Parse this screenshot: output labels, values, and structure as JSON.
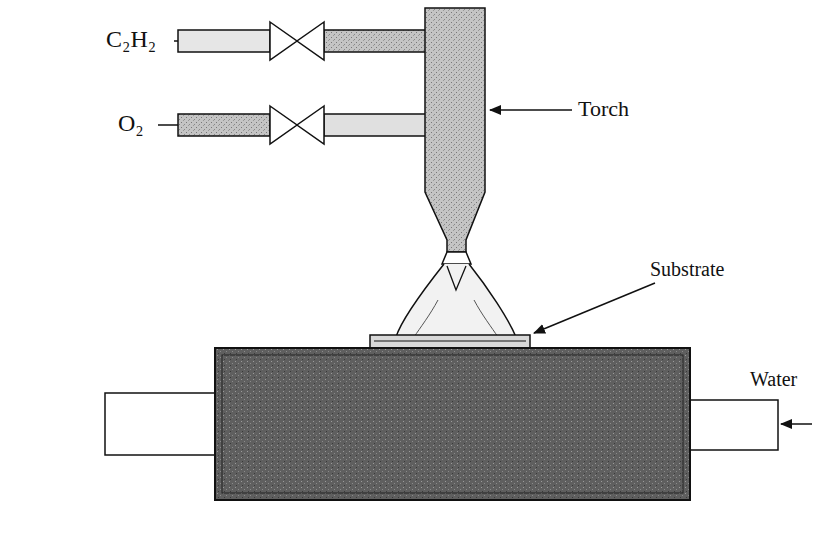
{
  "diagram": {
    "labels": [
      "C₂H₂",
      "O₂",
      "Torch",
      "Substrate",
      "Water"
    ]
  }
}
